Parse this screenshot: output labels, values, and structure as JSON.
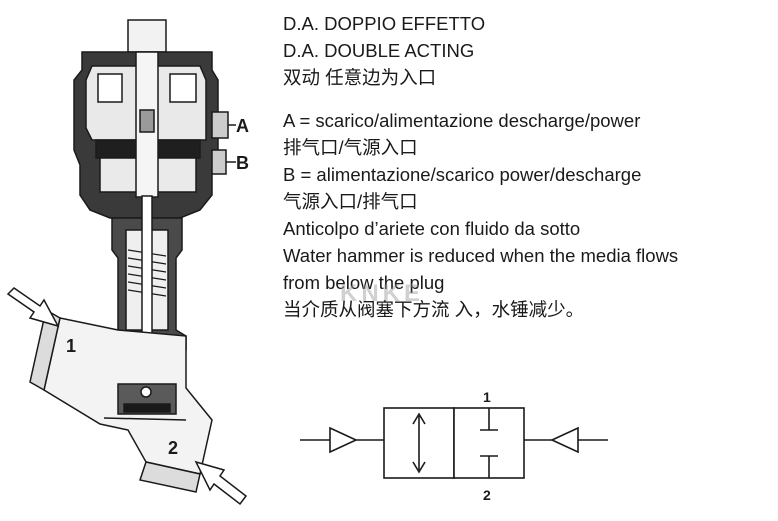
{
  "valve": {
    "port_a_label": "A",
    "port_b_label": "B",
    "inlet_label": "1",
    "outlet_label": "2"
  },
  "description": {
    "lines": [
      "D.A. DOPPIO EFFETTO",
      "D.A. DOUBLE ACTING",
      "双动 任意边为入口",
      "A = scarico/alimentazione descharge/power",
      "排气口/气源入口",
      "B = alimentazione/scarico power/descharge",
      "气源入口/排气口",
      "Anticolpo d’ariete con fluido da sotto",
      "Water hammer is reduced when the media flows",
      "from below the plug",
      "当介质从阀塞下方流 入，水锤减少。"
    ]
  },
  "watermark": "KNKE",
  "symbol": {
    "top_port": "1",
    "bottom_port": "2"
  },
  "colors": {
    "ink": "#1a1a1a",
    "body_fill": "#3a3a3a",
    "light_fill": "#e6e6e6"
  }
}
